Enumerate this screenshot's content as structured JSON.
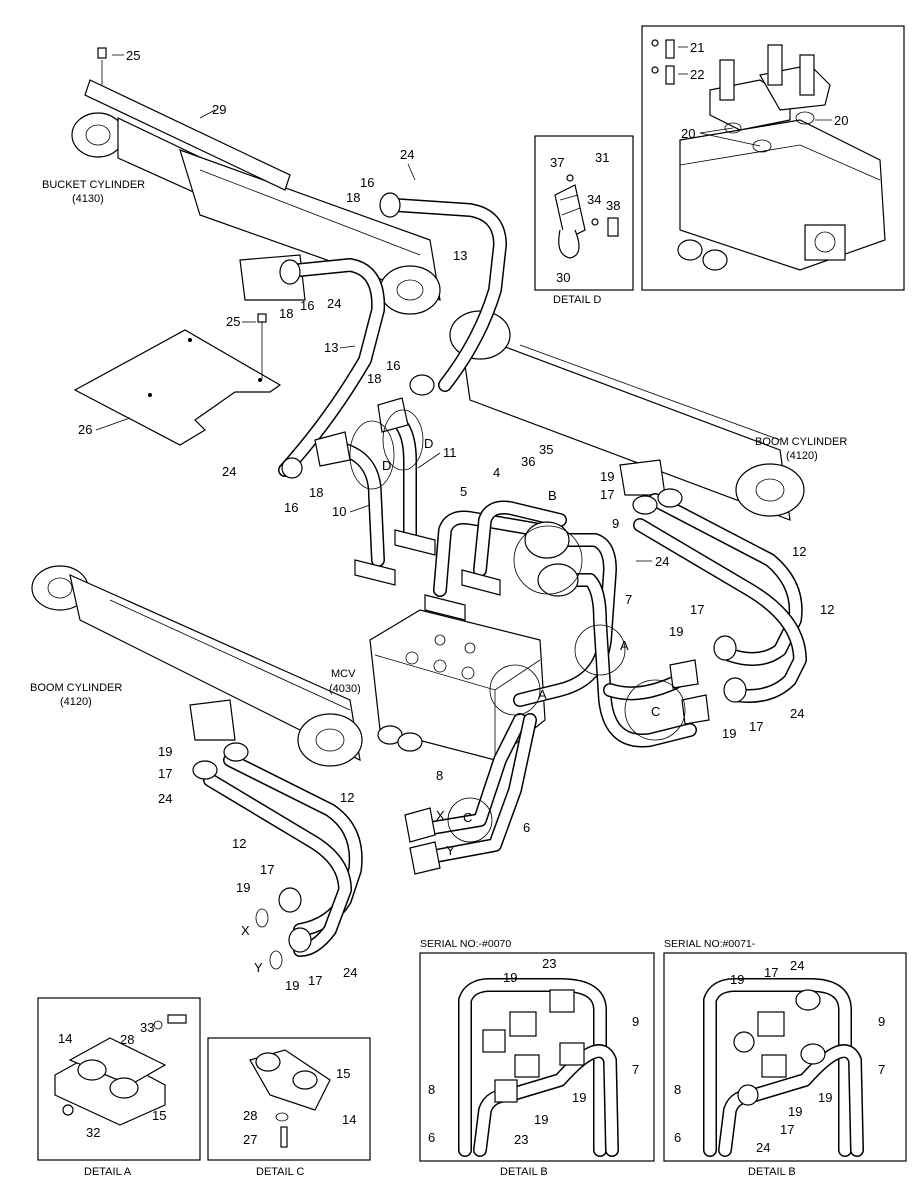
{
  "labels": {
    "bucket_cylinder": "BUCKET CYLINDER",
    "bucket_cylinder_code": "(4130)",
    "boom_cylinder_right": "BOOM CYLINDER",
    "boom_cylinder_right_code": "(4120)",
    "boom_cylinder_left": "BOOM CYLINDER",
    "boom_cylinder_left_code": "(4120)",
    "mcv": "MCV",
    "mcv_code": "(4030)"
  },
  "details": {
    "detail_a": "DETAIL A",
    "detail_c": "DETAIL C",
    "detail_b_1": "DETAIL B",
    "detail_b_2": "DETAIL B",
    "detail_d": "DETAIL D"
  },
  "serials": {
    "early": "SERIAL NO:-#0070",
    "late": "SERIAL NO:#0071-"
  },
  "callouts": {
    "c25_top": "25",
    "c29": "29",
    "c24_a": "24",
    "c16_a": "16",
    "c18_a": "18",
    "c13_a": "13",
    "c18_b": "18",
    "c16_b": "16",
    "c24_b": "24",
    "c25_b": "25",
    "c13_b": "13",
    "c26": "26",
    "c16_c": "16",
    "c18_c": "18",
    "c24_c": "24",
    "c16_d": "16",
    "c18_d": "18",
    "c11": "11",
    "c10": "10",
    "d1": "D",
    "d2": "D",
    "c35": "35",
    "c36": "36",
    "c4": "4",
    "b_mark": "B",
    "c5": "5",
    "c9": "9",
    "c19_r": "19",
    "c17_r": "17",
    "c24_r": "24",
    "c12_r1": "12",
    "c12_r2": "12",
    "c7": "7",
    "a_mark1": "A",
    "c17_r2": "17",
    "c19_r2": "19",
    "c_mark1": "C",
    "c19_r3": "19",
    "c17_r3": "17",
    "c24_r2": "24",
    "a_mark2": "A",
    "c19_l": "19",
    "c17_l": "17",
    "c24_l": "24",
    "c12_l1": "12",
    "c12_l2": "12",
    "c8": "8",
    "x_mark": "X",
    "c_mark2": "C",
    "c6": "6",
    "y_mark": "Y",
    "c17_l2": "17",
    "c19_l2": "19",
    "x_mark2": "X",
    "y_mark2": "Y",
    "c19_l3": "19",
    "c17_l3": "17",
    "c24_l2": "24",
    "c21": "21",
    "c22": "22",
    "c20_a": "20",
    "c20_b": "20",
    "c37": "37",
    "c31": "31",
    "c34": "34",
    "c38": "38",
    "c30": "30",
    "da_14": "14",
    "da_28": "28",
    "da_33": "33",
    "da_15": "15",
    "da_32": "32",
    "dc_15": "15",
    "dc_28": "28",
    "dc_14": "14",
    "dc_27": "27",
    "db1_19": "19",
    "db1_23a": "23",
    "db1_9": "9",
    "db1_8": "8",
    "db1_7": "7",
    "db1_19b": "19",
    "db1_19c": "19",
    "db1_6": "6",
    "db1_23b": "23",
    "db2_19": "19",
    "db2_17": "17",
    "db2_24a": "24",
    "db2_9": "9",
    "db2_8": "8",
    "db2_7": "7",
    "db2_19b": "19",
    "db2_19c": "19",
    "db2_6": "6",
    "db2_17b": "17",
    "db2_24b": "24"
  }
}
